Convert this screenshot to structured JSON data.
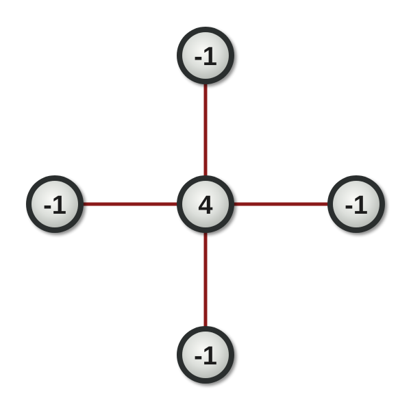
{
  "diagram": {
    "center": {
      "value": "4"
    },
    "neighbors": {
      "top": {
        "value": "-1"
      },
      "left": {
        "value": "-1"
      },
      "right": {
        "value": "-1"
      },
      "bottom": {
        "value": "-1"
      }
    }
  },
  "colors": {
    "edge": "#8b1a1a",
    "node_ring": "#2b2f2e",
    "node_fill_light": "#f4f5f2",
    "node_fill_dark": "#b9bdb8",
    "label": "#1e1e1e"
  }
}
